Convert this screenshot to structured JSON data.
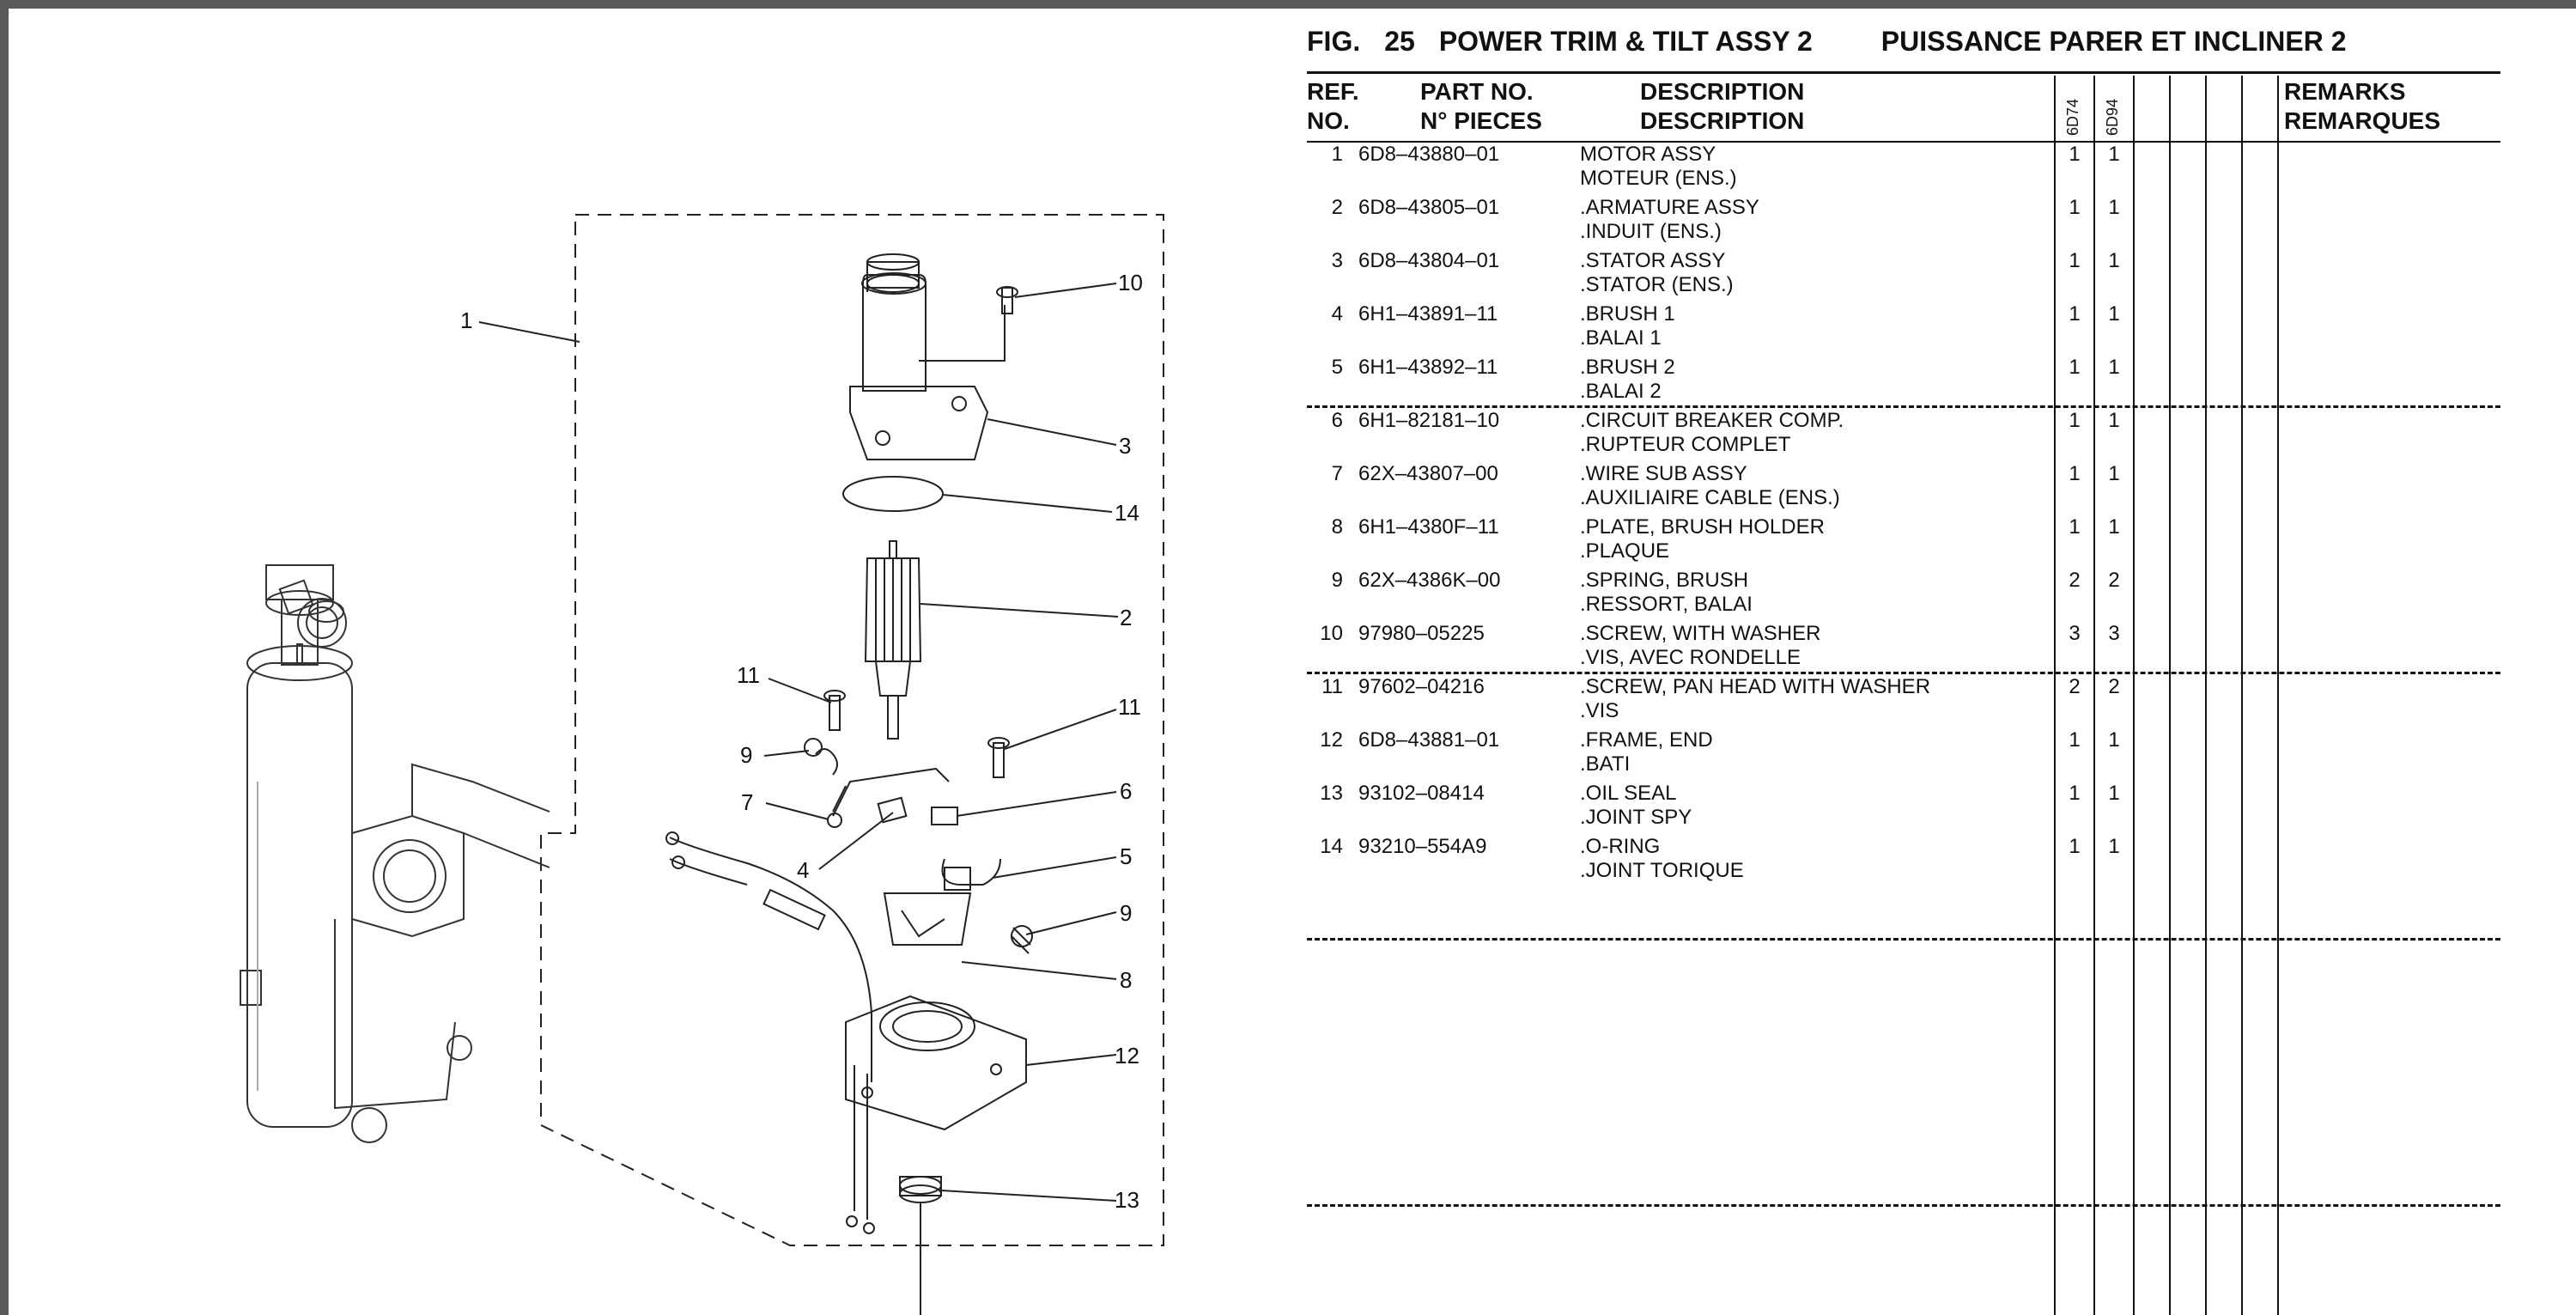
{
  "figure": {
    "label": "FIG.",
    "number": "25",
    "title_en": "POWER TRIM & TILT ASSY 2",
    "title_fr": "PUISSANCE PARER ET INCLINER 2"
  },
  "headers": {
    "ref_en": "REF.",
    "ref_fr": "NO.",
    "part_en": "PART NO.",
    "part_fr": "N° PIECES",
    "desc_en": "DESCRIPTION",
    "desc_fr": "DESCRIPTION",
    "model1": "6D74",
    "model2": "6D94",
    "remarks_en": "REMARKS",
    "remarks_fr": "REMARQUES"
  },
  "parts": [
    {
      "ref": "1",
      "part": "6D8–43880–01",
      "desc_en": "MOTOR ASSY",
      "desc_fr": "MOTEUR (ENS.)",
      "q1": "1",
      "q2": "1"
    },
    {
      "ref": "2",
      "part": "6D8–43805–01",
      "desc_en": ".ARMATURE ASSY",
      "desc_fr": ".INDUIT (ENS.)",
      "q1": "1",
      "q2": "1"
    },
    {
      "ref": "3",
      "part": "6D8–43804–01",
      "desc_en": ".STATOR ASSY",
      "desc_fr": ".STATOR (ENS.)",
      "q1": "1",
      "q2": "1"
    },
    {
      "ref": "4",
      "part": "6H1–43891–11",
      "desc_en": ".BRUSH 1",
      "desc_fr": ".BALAI 1",
      "q1": "1",
      "q2": "1"
    },
    {
      "ref": "5",
      "part": "6H1–43892–11",
      "desc_en": ".BRUSH 2",
      "desc_fr": ".BALAI 2",
      "q1": "1",
      "q2": "1"
    },
    {
      "ref": "6",
      "part": "6H1–82181–10",
      "desc_en": ".CIRCUIT BREAKER COMP.",
      "desc_fr": ".RUPTEUR COMPLET",
      "q1": "1",
      "q2": "1"
    },
    {
      "ref": "7",
      "part": "62X–43807–00",
      "desc_en": ".WIRE SUB ASSY",
      "desc_fr": ".AUXILIAIRE CABLE (ENS.)",
      "q1": "1",
      "q2": "1"
    },
    {
      "ref": "8",
      "part": "6H1–4380F–11",
      "desc_en": ".PLATE, BRUSH HOLDER",
      "desc_fr": ".PLAQUE",
      "q1": "1",
      "q2": "1"
    },
    {
      "ref": "9",
      "part": "62X–4386K–00",
      "desc_en": ".SPRING, BRUSH",
      "desc_fr": ".RESSORT, BALAI",
      "q1": "2",
      "q2": "2"
    },
    {
      "ref": "10",
      "part": "97980–05225",
      "desc_en": ".SCREW, WITH WASHER",
      "desc_fr": ".VIS, AVEC RONDELLE",
      "q1": "3",
      "q2": "3"
    },
    {
      "ref": "11",
      "part": "97602–04216",
      "desc_en": ".SCREW, PAN HEAD WITH WASHER",
      "desc_fr": ".VIS",
      "q1": "2",
      "q2": "2"
    },
    {
      "ref": "12",
      "part": "6D8–43881–01",
      "desc_en": ".FRAME, END",
      "desc_fr": ".BATI",
      "q1": "1",
      "q2": "1"
    },
    {
      "ref": "13",
      "part": "93102–08414",
      "desc_en": ".OIL SEAL",
      "desc_fr": ".JOINT SPY",
      "q1": "1",
      "q2": "1"
    },
    {
      "ref": "14",
      "part": "93210–554A9",
      "desc_en": ".O-RING",
      "desc_fr": ".JOINT TORIQUE",
      "q1": "1",
      "q2": "1"
    }
  ],
  "callouts": {
    "c1": "1",
    "c2": "2",
    "c3": "3",
    "c4": "4",
    "c5": "5",
    "c6": "6",
    "c7": "7",
    "c8": "8",
    "c9a": "9",
    "c9b": "9",
    "c10": "10",
    "c11a": "11",
    "c11b": "11",
    "c12": "12",
    "c13": "13",
    "c14": "14"
  }
}
